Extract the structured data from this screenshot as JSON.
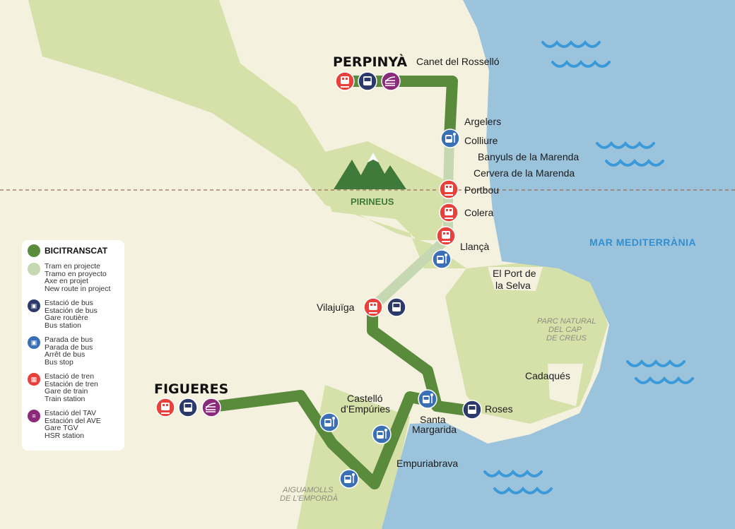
{
  "colors": {
    "route": "#5a8a3c",
    "project": "#c6d8b2",
    "bus_station": "#2c3a6b",
    "bus_stop": "#3b6fb5",
    "train": "#e8413c",
    "hsr": "#8c2a7a",
    "sea": "#9cc3dc",
    "land_green": "#d6e0a9",
    "waves": "#3a9ad9"
  },
  "cities": {
    "perpinya": "PERPINYÀ",
    "figueres": "FIGUERES"
  },
  "places": {
    "canet": "Canet del Rosselló",
    "argelers": "Argelers",
    "colliure": "Colliure",
    "banyuls": "Banyuls de la Marenda",
    "cervera": "Cervera de la Marenda",
    "portbou": "Portbou",
    "colera": "Colera",
    "llanca": "Llançà",
    "port_selva_1": "El Port de",
    "port_selva_2": "la Selva",
    "vilajuiga": "Vilajuïga",
    "cadaques": "Cadaqués",
    "castello_1": "Castelló",
    "castello_2": "d’Empúries",
    "santa_1": "Santa",
    "santa_2": "Margarida",
    "roses": "Roses",
    "empuriabrava": "Empuriabrava"
  },
  "areas": {
    "pirineus": "PIRINEUS",
    "creus": [
      "PARC NATURAL",
      "DEL CAP",
      "DE CREUS"
    ],
    "aiguamolls": [
      "AIGUAMOLLS",
      "DE L’EMPORDÀ"
    ],
    "sea": "MAR MEDITERRÀNIA"
  },
  "legend": {
    "bicitranscat": "BICITRANSCAT",
    "project": [
      "Tram en projecte",
      "Tramo en proyecto",
      "Axe en projet",
      "New route in project"
    ],
    "bus_station": [
      "Estació de bus",
      "Estación de bus",
      "Gare routière",
      "Bus station"
    ],
    "bus_stop": [
      "Parada de bus",
      "Parada de bus",
      "Arrêt de bus",
      "Bus stop"
    ],
    "train": [
      "Estació de tren",
      "Estación de tren",
      "Gare de train",
      "Train station"
    ],
    "hsr": [
      "Estació del TAV",
      "Estación del AVE",
      "Gare TGV",
      "HSR station"
    ]
  }
}
